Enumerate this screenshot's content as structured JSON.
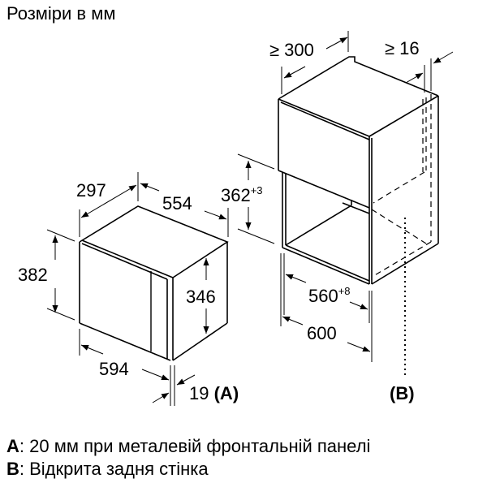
{
  "title": "Розміри в мм",
  "appliance": {
    "depth": "297",
    "width": "554",
    "height": "382",
    "side_height": "346",
    "front_width": "594",
    "front_offset": "19",
    "front_offset_note": "(A)"
  },
  "cabinet": {
    "depth": "≥ 300",
    "side_wall": "≥ 16",
    "niche_height": "362",
    "niche_height_tol": "+3",
    "niche_width": "560",
    "niche_width_tol": "+8",
    "cabinet_width": "600",
    "back_note": "(B)"
  },
  "legend": [
    {
      "key": "A",
      "sep": ": ",
      "text": "20 мм при металевій фронтальній панелі"
    },
    {
      "key": "B",
      "sep": ": ",
      "text": "Відкрита задня стінка"
    }
  ],
  "colors": {
    "line": "#000000",
    "background": "#ffffff"
  }
}
